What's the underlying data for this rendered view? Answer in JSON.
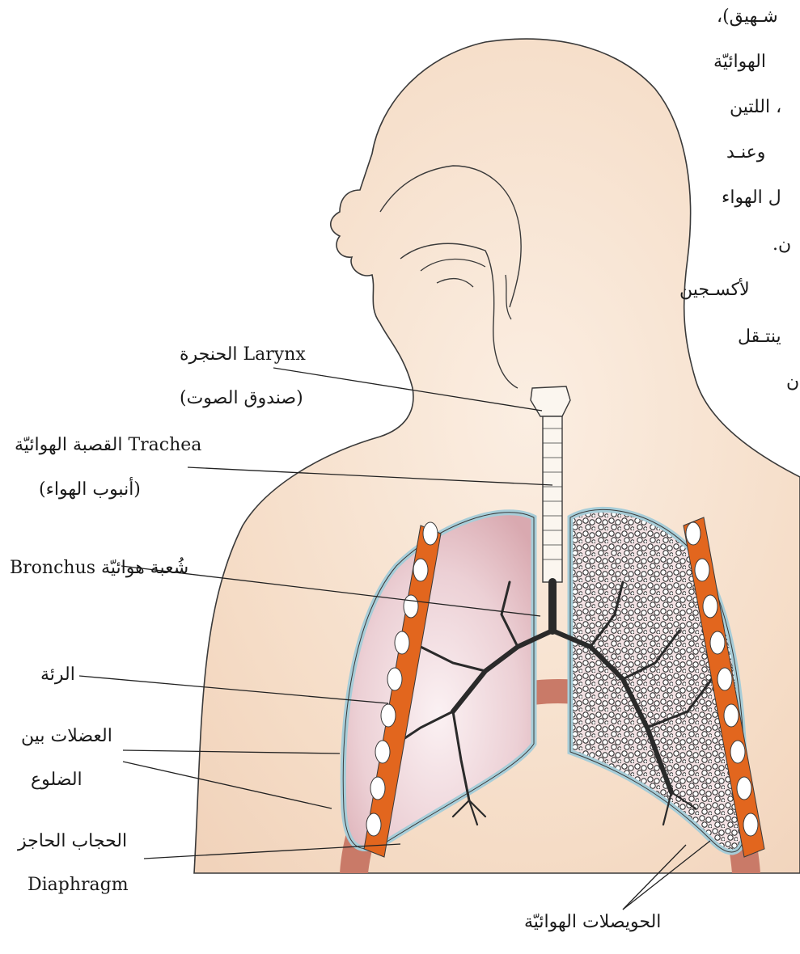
{
  "paragraph_lines": [
    "شـهيق)،",
    "الهوائيّة",
    "، اللتين",
    "وعنـد",
    "ل الهواء",
    "ن.",
    "لأكسـجين",
    "ينتـقل",
    "ن"
  ],
  "labels": {
    "larynx_ar": "الحنجرة",
    "larynx_en": "Larynx",
    "larynx_note": "(صندوق الصوت)",
    "trachea_ar": "القصبة الهوائيّة",
    "trachea_en": "Trachea",
    "trachea_note": "(أنبوب الهواء)",
    "bronchus_ar": "شُعبة هوائيّة",
    "bronchus_en": "Bronchus",
    "lung": "الرئة",
    "intercostal_line1": "العضلات بين",
    "intercostal_line2": "الضلوع",
    "diaphragm_ar": "الحجاب الحاجز",
    "diaphragm_en": "Diaphragm",
    "alveoli": "الحويصلات الهوائيّة"
  },
  "colors": {
    "skin": "#f6e0cd",
    "skin_light": "#fbf0e6",
    "lung_pink": "#d9aab0",
    "lung_light": "#f7eaee",
    "pleura": "#a7cdd8",
    "muscle": "#e2661e",
    "diaphragm": "#c97a68",
    "outline": "#3a3a3a"
  }
}
